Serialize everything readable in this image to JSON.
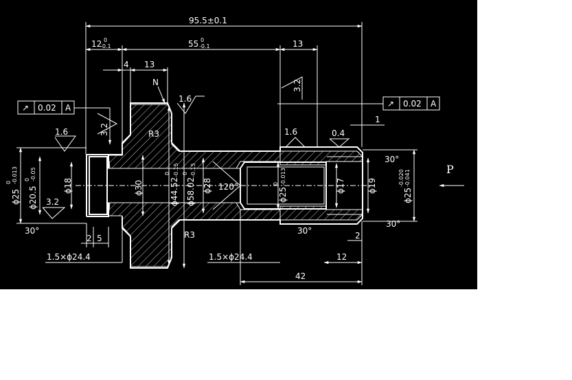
{
  "drawing": {
    "background": "#000000",
    "line_color": "#ffffff",
    "dims": {
      "overall": "95.5±0.1",
      "d12": "12",
      "d12_tol_up": "0",
      "d12_tol_dn": "-0.1",
      "d55": "55",
      "d55_tol_up": "0",
      "d55_tol_dn": "-0.1",
      "d13_right": "13",
      "d4": "4",
      "d13_left": "13",
      "phi25_left": "ϕ25",
      "phi25_left_up": "0",
      "phi25_left_dn": "-0.013",
      "phi20_5": "ϕ20.5",
      "phi20_5_up": "0",
      "phi20_5_dn": "-0.05",
      "phi18": "ϕ18",
      "phi30": "ϕ30",
      "phi44_52": "ϕ44.52",
      "phi44_52_up": "0",
      "phi44_52_dn": "-0.15",
      "phi58_02": "ϕ58.02",
      "phi58_02_up": "0",
      "phi58_02_dn": "-0.15",
      "phi28": "ϕ28",
      "phi25_mid": "ϕ25",
      "phi25_mid_up": "0",
      "phi25_mid_dn": "-0.013",
      "phi17": "ϕ17",
      "phi19": "ϕ19",
      "phi25_right": "ϕ25",
      "phi25_right_up": "-0.020",
      "phi25_right_dn": "-0.041",
      "angle120": "120°",
      "angle30_a": "30°",
      "angle30_b": "30°",
      "angle30_c": "30°",
      "angle30_d": "30°",
      "r3_top": "R3",
      "r3_bot": "R3",
      "d2_left": "2",
      "d5_left": "5",
      "d2_right": "2",
      "d1": "1",
      "chamfer_left": "1.5×ϕ24.4",
      "chamfer_mid": "1.5×ϕ24.4",
      "d12_right": "12",
      "d42": "42"
    },
    "roughness": {
      "r_top_gear": "1.6",
      "r_left": "1.6",
      "r_right_a": "1.6",
      "r_right_b": "0.4",
      "r_v32_left": "3.2",
      "r_v32_bore": "3.2",
      "r_v32_top": "3.2"
    },
    "tolerance_frames": [
      {
        "symbol": "↗",
        "value": "0.02",
        "datum": "A"
      },
      {
        "symbol": "↗",
        "value": "0.02",
        "datum": "A"
      }
    ],
    "labels": {
      "n": "N",
      "p": "P"
    }
  }
}
